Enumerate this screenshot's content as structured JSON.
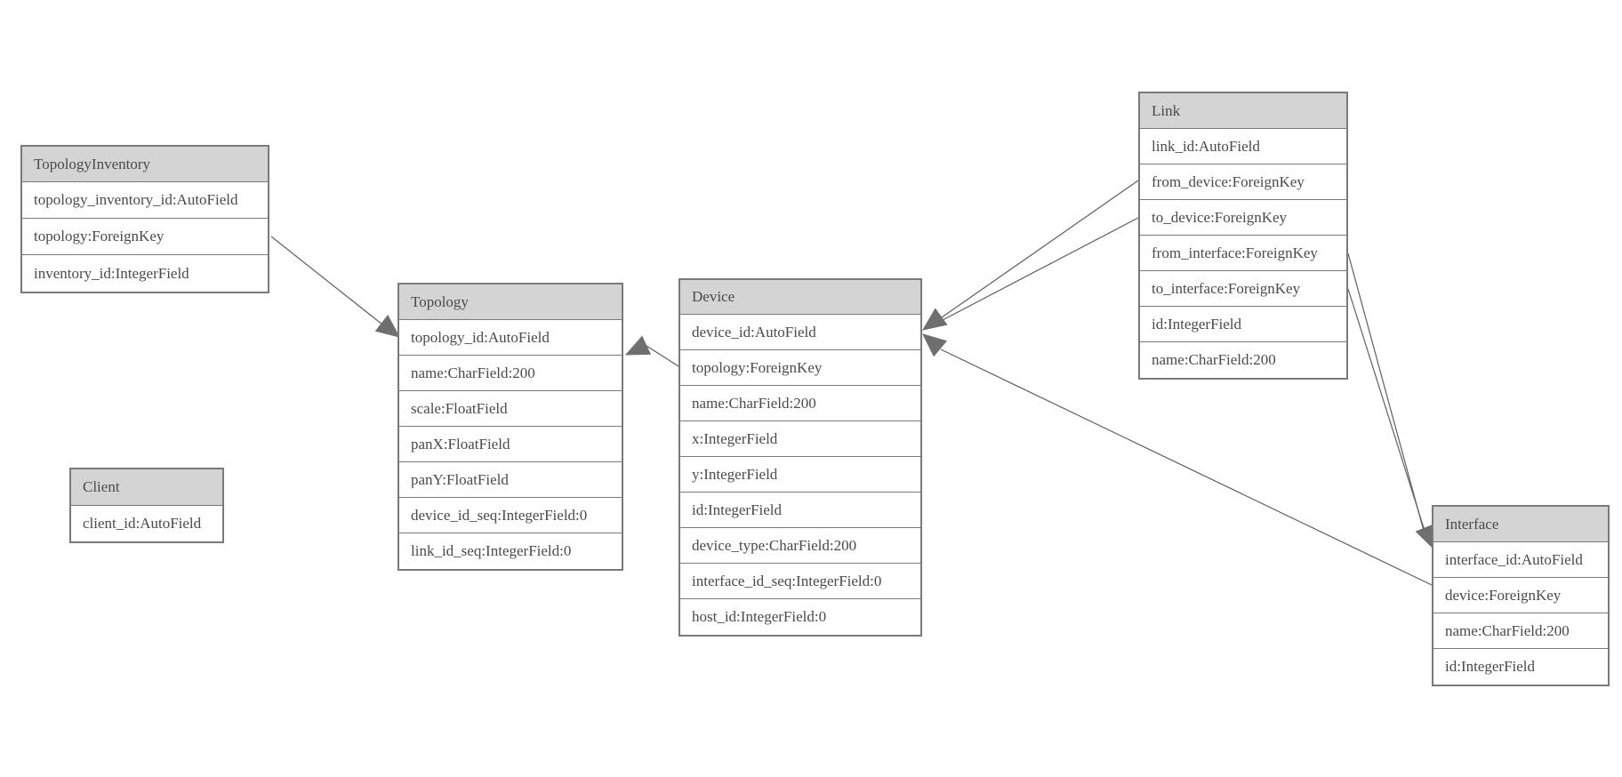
{
  "diagram": {
    "entities": [
      {
        "name": "TopologyInventory",
        "fields": [
          "topology_inventory_id:AutoField",
          "topology:ForeignKey",
          "inventory_id:IntegerField"
        ]
      },
      {
        "name": "Topology",
        "fields": [
          "topology_id:AutoField",
          "name:CharField:200",
          "scale:FloatField",
          "panX:FloatField",
          "panY:FloatField",
          "device_id_seq:IntegerField:0",
          "link_id_seq:IntegerField:0"
        ]
      },
      {
        "name": "Client",
        "fields": [
          "client_id:AutoField"
        ]
      },
      {
        "name": "Device",
        "fields": [
          "device_id:AutoField",
          "topology:ForeignKey",
          "name:CharField:200",
          "x:IntegerField",
          "y:IntegerField",
          "id:IntegerField",
          "device_type:CharField:200",
          "interface_id_seq:IntegerField:0",
          "host_id:IntegerField:0"
        ]
      },
      {
        "name": "Link",
        "fields": [
          "link_id:AutoField",
          "from_device:ForeignKey",
          "to_device:ForeignKey",
          "from_interface:ForeignKey",
          "to_interface:ForeignKey",
          "id:IntegerField",
          "name:CharField:200"
        ]
      },
      {
        "name": "Interface",
        "fields": [
          "interface_id:AutoField",
          "device:ForeignKey",
          "name:CharField:200",
          "id:IntegerField"
        ]
      }
    ],
    "relationships": [
      {
        "from": "TopologyInventory.topology",
        "to": "Topology"
      },
      {
        "from": "Device.topology",
        "to": "Topology"
      },
      {
        "from": "Link.from_device",
        "to": "Device"
      },
      {
        "from": "Link.to_device",
        "to": "Device"
      },
      {
        "from": "Link.from_interface",
        "to": "Interface"
      },
      {
        "from": "Link.to_interface",
        "to": "Interface"
      },
      {
        "from": "Interface.device",
        "to": "Device"
      }
    ],
    "colors": {
      "background": "#ffffff",
      "header_bg": "#d4d4d4",
      "border": "#7a7a7a",
      "text": "#4a4a4a",
      "edge": "#5f5f5f",
      "arrow": "#6f6f6f"
    }
  }
}
